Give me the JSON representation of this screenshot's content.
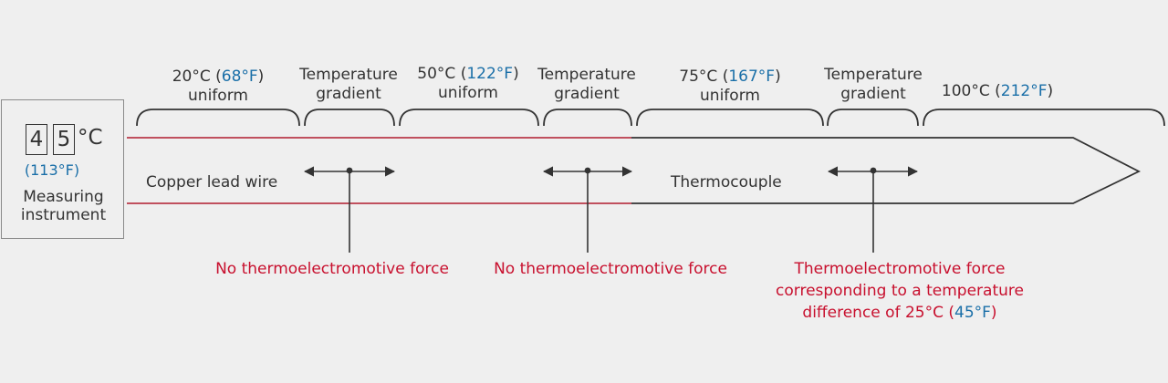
{
  "zones": [
    {
      "type": "uniform",
      "c": "20°C",
      "f": "68°F",
      "desc": "uniform"
    },
    {
      "type": "gradient",
      "line1": "Temperature",
      "line2": "gradient"
    },
    {
      "type": "uniform",
      "c": "50°C",
      "f": "122°F",
      "desc": "uniform"
    },
    {
      "type": "gradient",
      "line1": "Temperature",
      "line2": "gradient"
    },
    {
      "type": "uniform",
      "c": "75°C",
      "f": "167°F",
      "desc": "uniform"
    },
    {
      "type": "gradient",
      "line1": "Temperature",
      "line2": "gradient"
    },
    {
      "type": "end",
      "c": "100°C",
      "f": "212°F"
    }
  ],
  "instrument": {
    "digits": [
      "4",
      "5"
    ],
    "unit": "°C",
    "f_reading": "(113°F)",
    "name_line1": "Measuring",
    "name_line2": "instrument"
  },
  "wires": {
    "copper_label": "Copper lead wire",
    "thermocouple_label": "Thermocouple"
  },
  "notes": {
    "no_force_1": "No thermoelectromotive force",
    "no_force_2": "No thermoelectromotive force",
    "force_line1": "Thermoelectromotive force",
    "force_line2": "corresponding to a temperature",
    "force_line3_pre": "difference of 25°C (",
    "force_line3_f": "45°F",
    "force_line3_post": ")"
  },
  "colors": {
    "copper_wire": "#b01c2e",
    "thermocouple": "#333333",
    "fahrenheit": "#1a6fa8",
    "note": "#c8102e"
  }
}
